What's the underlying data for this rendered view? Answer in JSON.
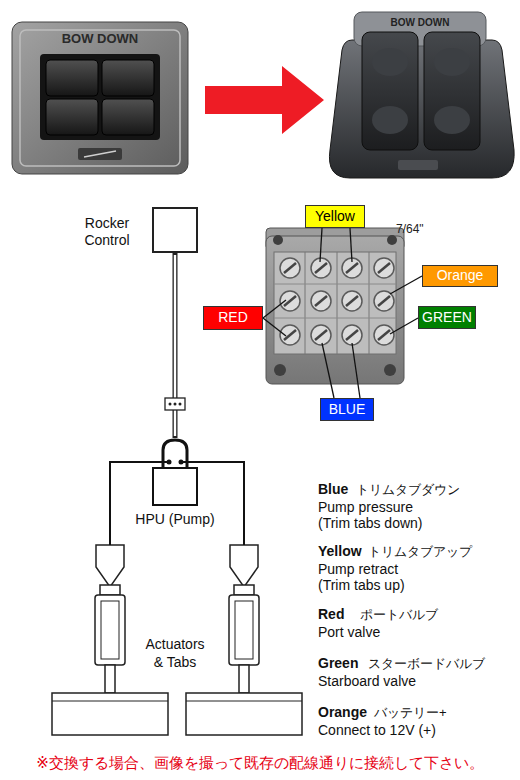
{
  "diagram": {
    "nodes": [
      {
        "text": [
          "Rocker Control"
        ]
      },
      {
        "text": [
          "Yellow"
        ]
      },
      {
        "text": [
          "Orange"
        ]
      },
      {
        "text": [
          "RED"
        ]
      },
      {
        "text": [
          "GREEN"
        ]
      },
      {
        "text": [
          "BLUE"
        ]
      },
      {
        "text": [
          "HPU (Pump)"
        ]
      }
    ],
    "edges": [
      {
        "from": 0,
        "to": 6,
        "arrow": "none"
      }
    ],
    "labels": [
      "BOW DOWN",
      "BOW DOWN",
      "7/64\"",
      "Actuators & Tabs",
      "Blue",
      "トリムタブダウン",
      "Pump pressure (Trim tabs down)",
      "Yellow",
      "トリムタブアップ",
      "Pump retract (Trim tabs up)",
      "Red",
      "ポートバルブ",
      "Port valve",
      "Green",
      "スターボードバルブ",
      "Starboard valve",
      "Orange",
      "バッテリー+",
      "Connect to 12V (+)",
      "※交換する場合、画像を撮って既存の配線通りに接続して下さい。"
    ]
  }
}
